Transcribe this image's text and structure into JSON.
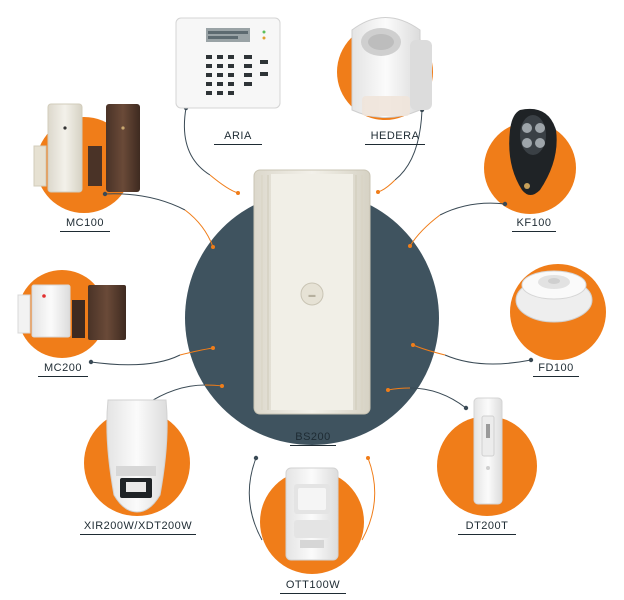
{
  "hub": {
    "label": "BS200"
  },
  "devices": [
    {
      "id": "aria",
      "label": "ARIA"
    },
    {
      "id": "hedera",
      "label": "HEDERA"
    },
    {
      "id": "kf100",
      "label": "KF100"
    },
    {
      "id": "mc100",
      "label": "MC100"
    },
    {
      "id": "mc200",
      "label": "MC200"
    },
    {
      "id": "fd100",
      "label": "FD100"
    },
    {
      "id": "xir200w",
      "label": "XIR200W/XDT200W"
    },
    {
      "id": "dt200t",
      "label": "DT200T"
    },
    {
      "id": "ott100w",
      "label": "OTT100W"
    }
  ],
  "colors": {
    "accent": "#f07d19",
    "hub_circle": "#3f535f",
    "hub_device": "#e9e6da",
    "label": "#1e2b33"
  }
}
